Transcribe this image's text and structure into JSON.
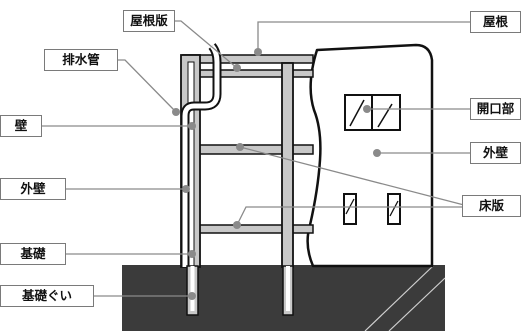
{
  "labels": {
    "roof_slab_left": "屋根版",
    "drain_pipe": "排水管",
    "wall": "壁",
    "exterior_wall_left": "外壁",
    "foundation": "基礎",
    "foundation_pile": "基礎ぐい",
    "roof_right": "屋根",
    "opening": "開口部",
    "exterior_wall_right": "外壁",
    "floor_slab": "床版"
  },
  "colors": {
    "ground": "#3b3b3b",
    "frame_fill": "#c8c8c8",
    "outline": "#111111",
    "leader": "#8a8a8a",
    "label_border": "#7a7a7a"
  }
}
